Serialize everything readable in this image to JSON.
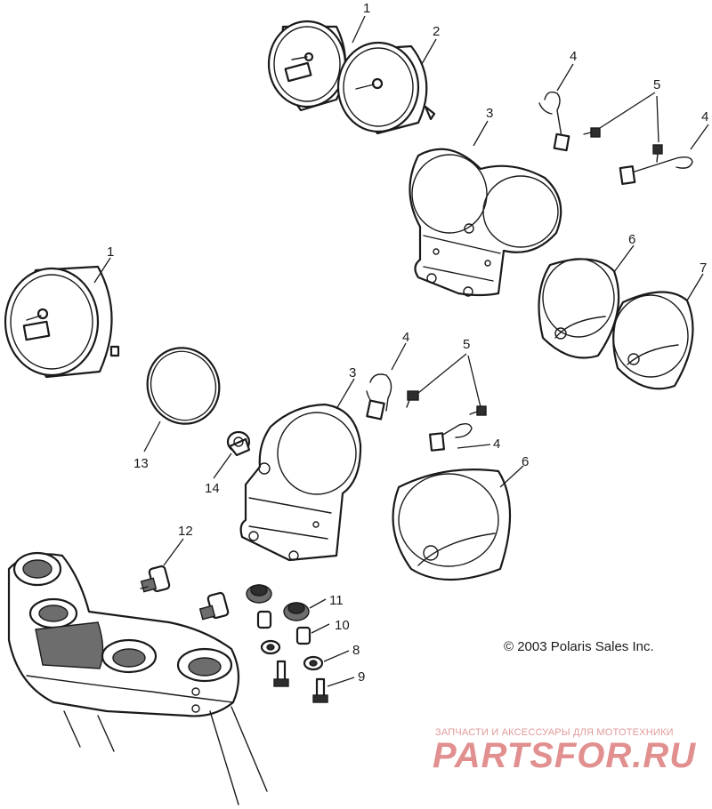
{
  "callouts": [
    "1",
    "2",
    "3",
    "4",
    "5",
    "4",
    "1",
    "6",
    "7",
    "4",
    "5",
    "3",
    "13",
    "14",
    "4",
    "6",
    "12",
    "11",
    "10",
    "8",
    "9"
  ],
  "copyright": "© 2003 Polaris Sales Inc.",
  "watermark": {
    "tagline": "ЗАПЧАСТИ И АКСЕССУАРЫ ДЛЯ МОТОТЕХНИКИ",
    "logo": "PARTSFOR.RU"
  }
}
